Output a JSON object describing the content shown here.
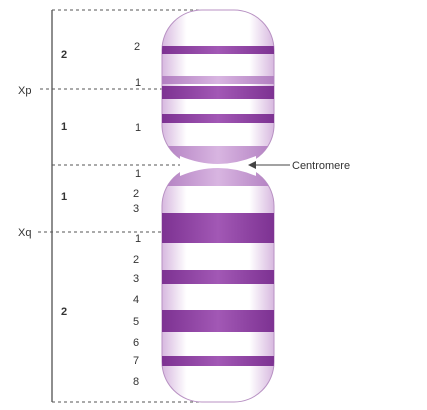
{
  "title": "",
  "colors": {
    "band": "#9d4cb0",
    "band_light": "#c79ad3",
    "body_edge": "#a86db6",
    "line": "#444444",
    "text": "#333333"
  },
  "arm_labels": {
    "p": "Xp",
    "q": "Xq"
  },
  "region_labels": {
    "p2": "2",
    "p1": "1",
    "q1": "1",
    "q2": "2"
  },
  "band_labels": {
    "p2_1": "2",
    "p1_1": "1",
    "p1_1b": "1",
    "q1_1": "1",
    "q1_2": "2",
    "q1_3": "3",
    "q2_1": "1",
    "q2_2": "2",
    "q2_3": "3",
    "q2_4": "4",
    "q2_5": "5",
    "q2_6": "6",
    "q2_7": "7",
    "q2_8": "8"
  },
  "callout": {
    "centromere": "Centromere"
  }
}
